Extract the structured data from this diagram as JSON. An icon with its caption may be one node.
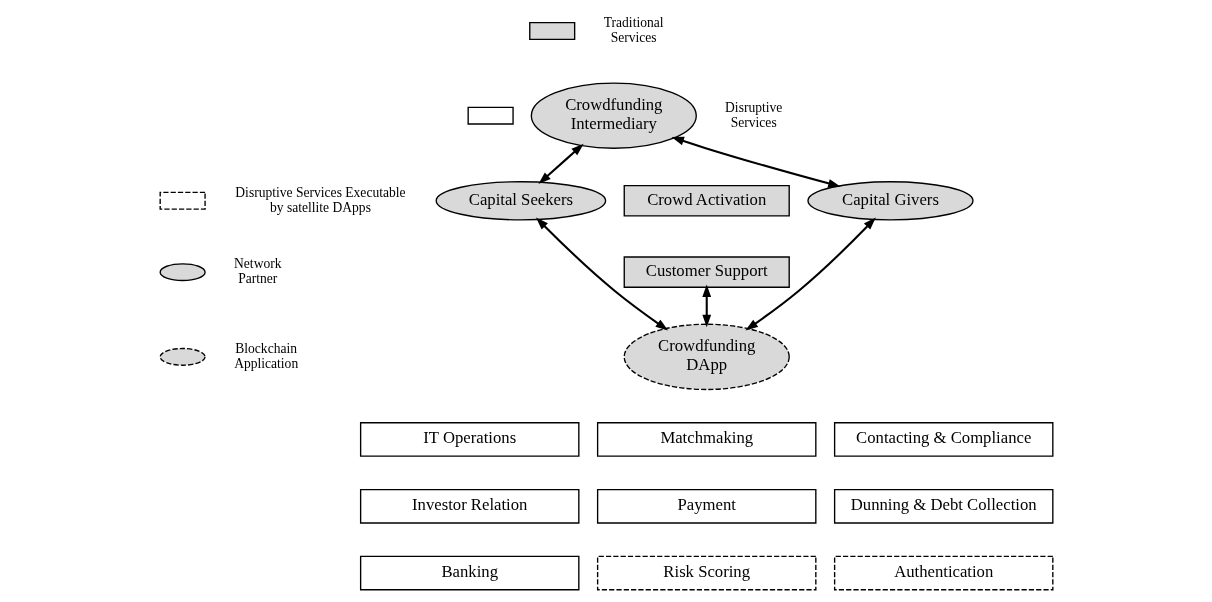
{
  "diagram": {
    "nodes": [
      {
        "text": [
          "Crowdfunding Intermediary"
        ]
      },
      {
        "text": [
          "Crowd Activation"
        ]
      },
      {
        "text": [
          "Customer Support"
        ]
      },
      {
        "text": [
          "Capital Seekers"
        ]
      },
      {
        "text": [
          "Capital Givers"
        ]
      },
      {
        "text": [
          "Crowdfunding DApp"
        ]
      },
      {
        "text": [
          "IT Operations"
        ]
      },
      {
        "text": [
          "Matchmaking"
        ]
      },
      {
        "text": [
          "Contacting & Compliance"
        ]
      },
      {
        "text": [
          "Investor Relation"
        ]
      },
      {
        "text": [
          "Payment"
        ]
      },
      {
        "text": [
          "Dunning & Debt Collection"
        ]
      },
      {
        "text": [
          "Banking"
        ]
      },
      {
        "text": [
          "Risk Scoring"
        ]
      },
      {
        "text": [
          "Authentication"
        ]
      }
    ],
    "edges": [
      {
        "from": 3,
        "to": 0,
        "arrow": "both"
      },
      {
        "from": 0,
        "to": 4,
        "arrow": "both"
      },
      {
        "from": 3,
        "to": 5,
        "arrow": "both"
      },
      {
        "from": 4,
        "to": 5,
        "arrow": "both"
      },
      {
        "from": 2,
        "to": 5,
        "arrow": "both"
      }
    ],
    "legend": [
      {
        "text": "Traditional Services"
      },
      {
        "text": "Disruptive Services"
      },
      {
        "text": "Disruptive Services Executable by satellite DApps"
      },
      {
        "text": "Network Partner"
      },
      {
        "text": "Blockchain Application"
      }
    ]
  }
}
